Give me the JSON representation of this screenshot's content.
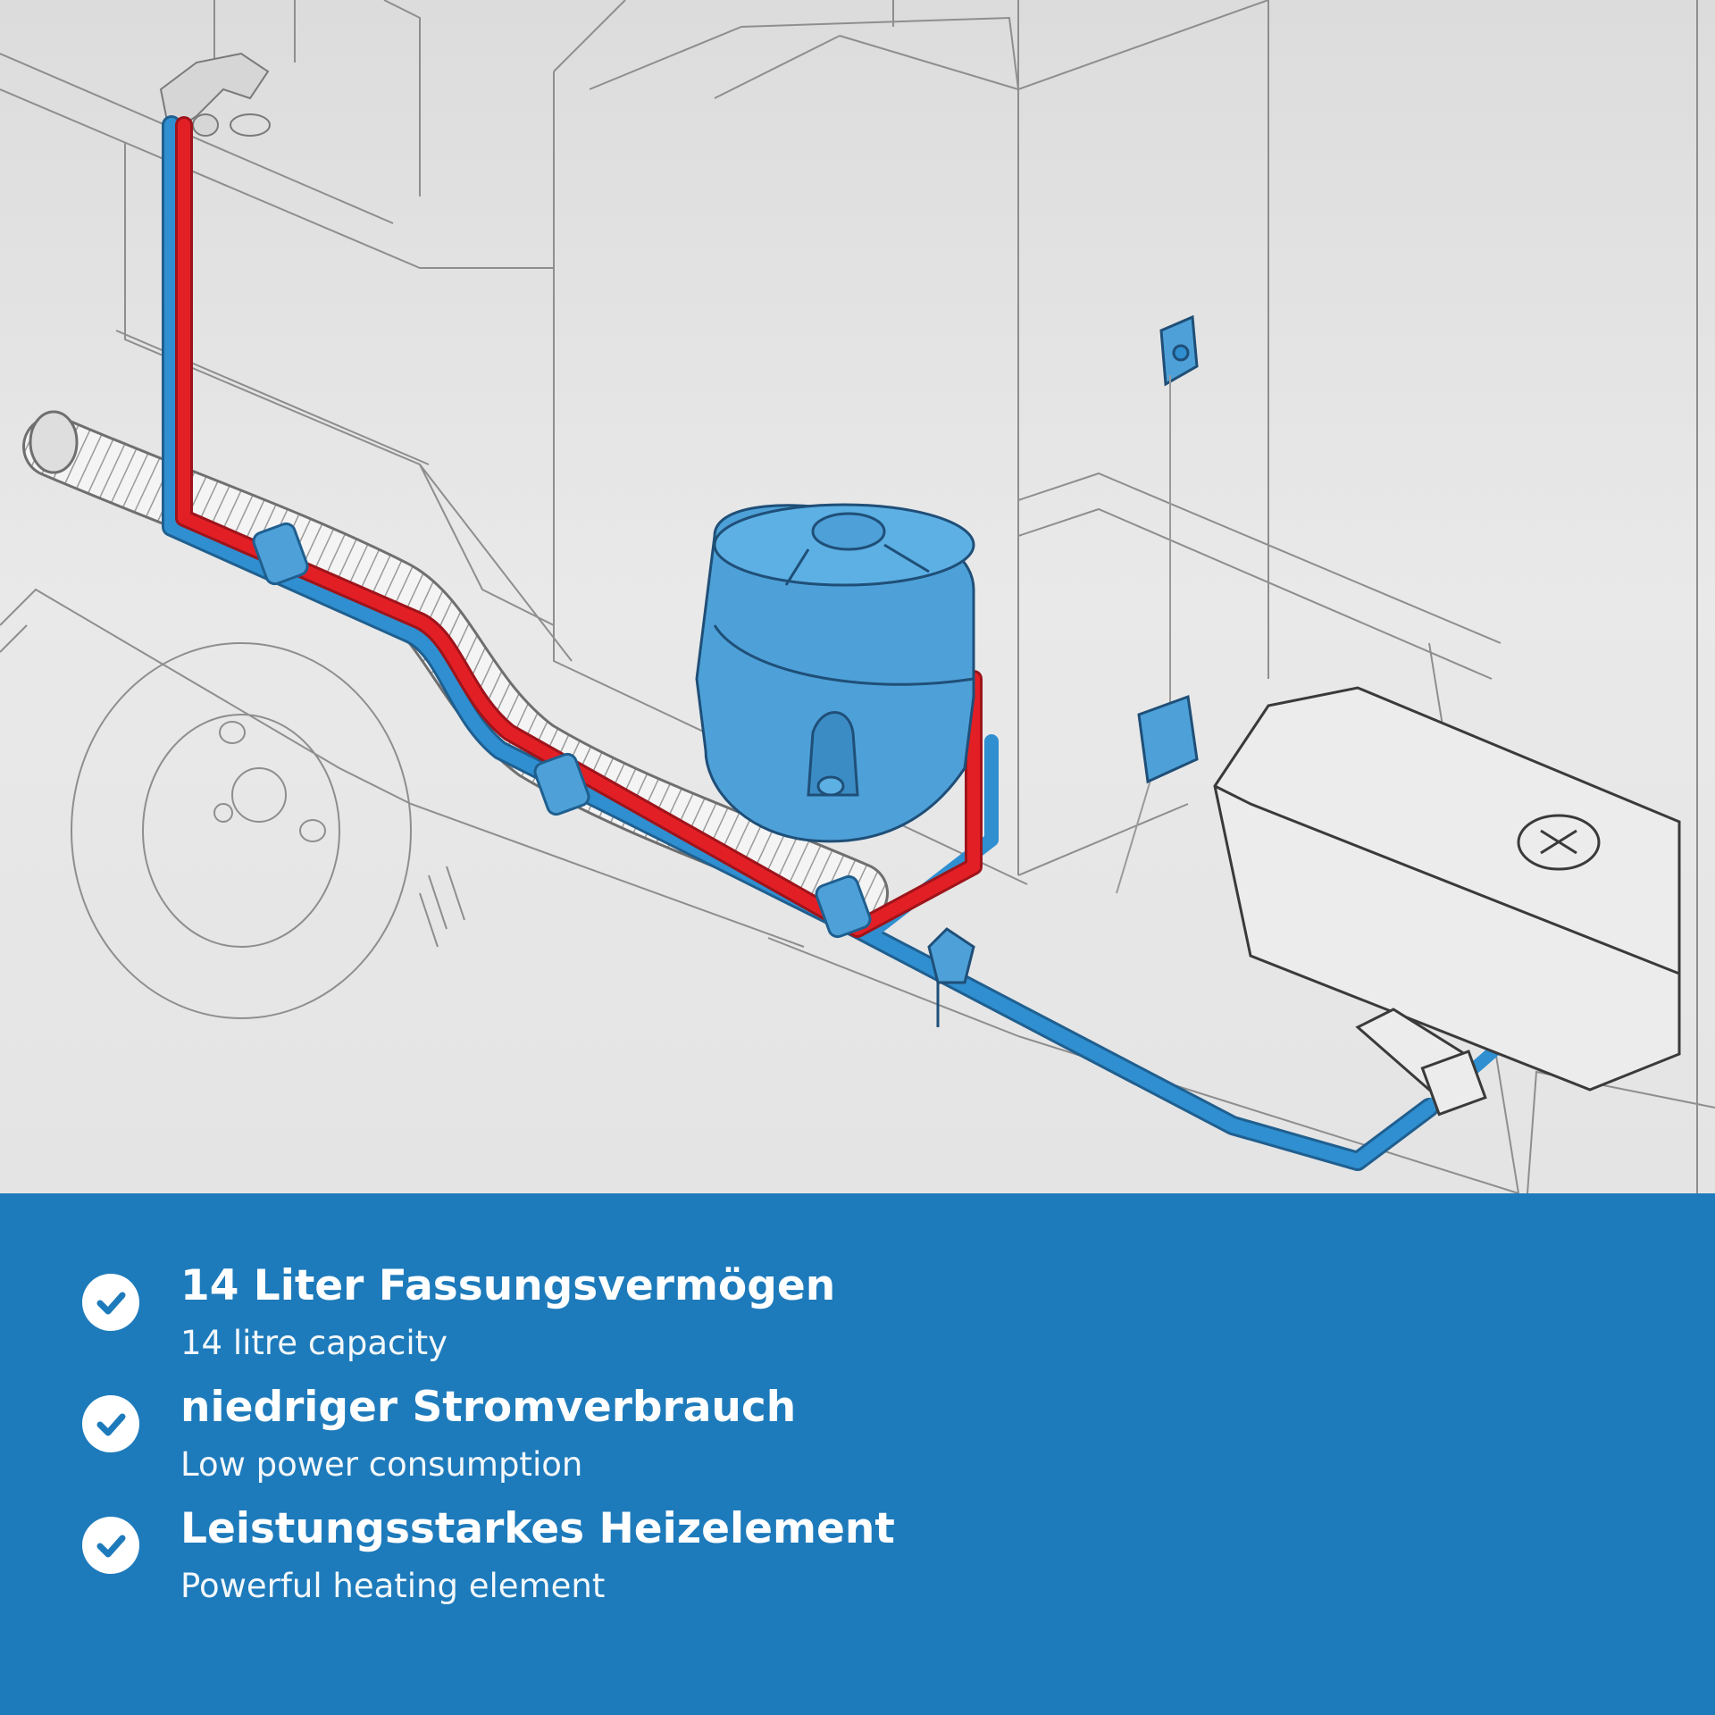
{
  "colors": {
    "panel_background": "#1e7bbb",
    "hot_water_pipe": "#e31f26",
    "cold_water_pipe": "#2f8fd0",
    "boiler_tank": "#4ea1d8",
    "outline": "#8a8a8a",
    "illustration_background": "#e2e2e2",
    "text": "#ffffff"
  },
  "features": [
    {
      "title": "14 Liter Fassungsvermögen",
      "subtitle": "14 litre capacity",
      "icon": "check-circle-icon"
    },
    {
      "title": "niedriger Stromverbrauch",
      "subtitle": "Low power consumption",
      "icon": "check-circle-icon"
    },
    {
      "title": "Leistungsstarkes Heizelement",
      "subtitle": "Powerful heating element",
      "icon": "check-circle-icon"
    }
  ]
}
